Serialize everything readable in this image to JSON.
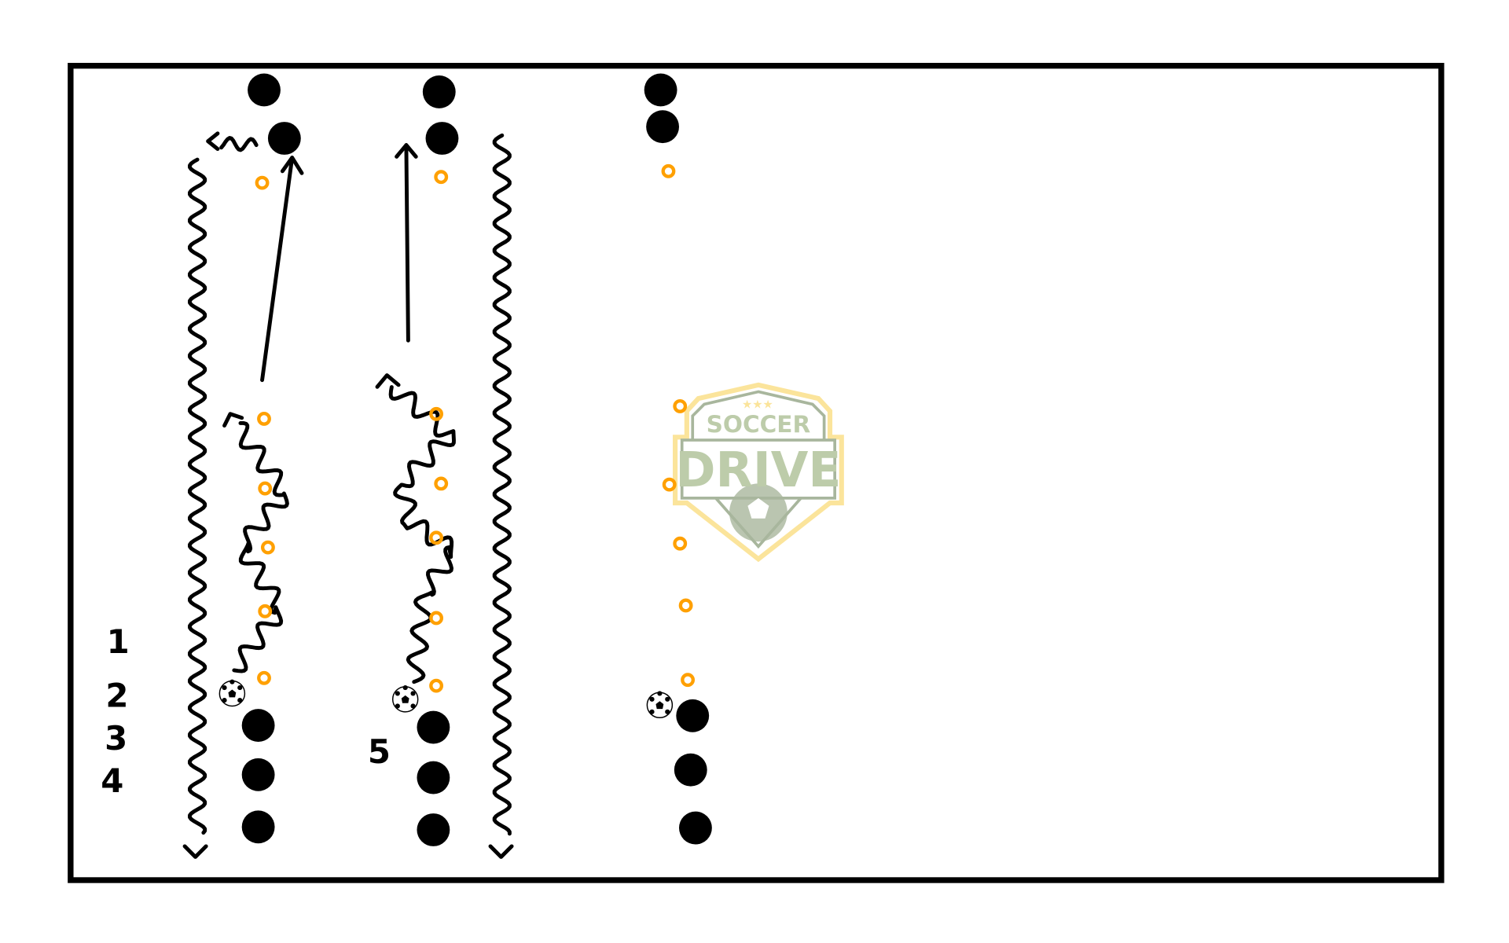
{
  "diagram": {
    "labels": [
      "1",
      "2",
      "3",
      "4",
      "5"
    ],
    "logo": {
      "top_text": "SOCCER",
      "main_text": "DRIVE"
    },
    "colors": {
      "field_border": "#000000",
      "player": "#000000",
      "cone": "#ffa000",
      "logo_text": "#b2c49c",
      "logo_outline": "#9aaa8c",
      "logo_glow": "#fbe08a"
    },
    "counts": {
      "players": 15,
      "cones": 18,
      "balls": 3
    }
  }
}
